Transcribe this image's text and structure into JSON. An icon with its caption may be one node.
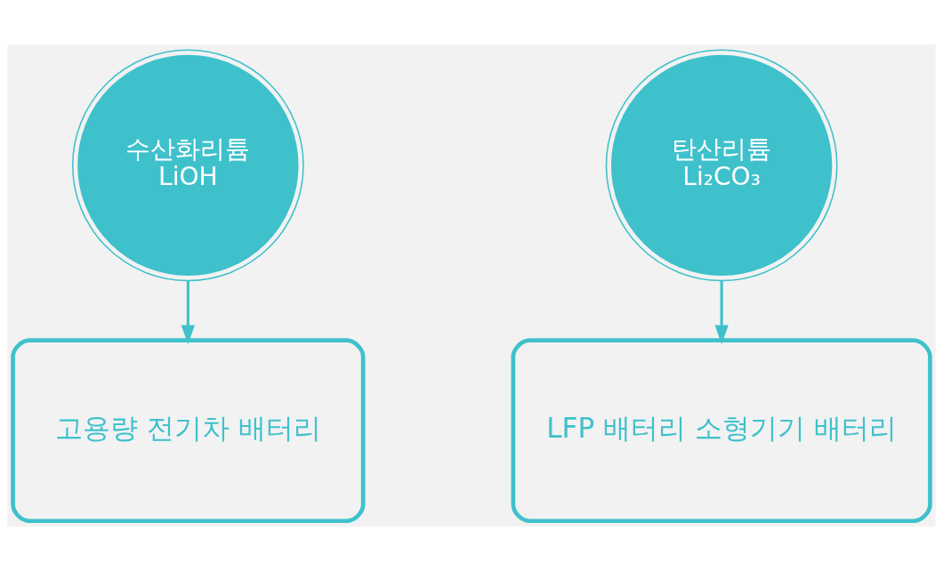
{
  "diagram": {
    "nodes": [
      {
        "text": [
          "수산화리튬",
          "LiOH"
        ]
      },
      {
        "text": [
          "탄산리튬",
          "Li₂CO₃"
        ]
      },
      {
        "text": [
          "고용량 전기차 배터리"
        ]
      },
      {
        "text": [
          "LFP 배터리 소형기기 배터리"
        ]
      }
    ],
    "edges": [
      {
        "from": 0,
        "to": 2,
        "arrow": "to"
      },
      {
        "from": 1,
        "to": 3,
        "arrow": "to"
      }
    ]
  }
}
